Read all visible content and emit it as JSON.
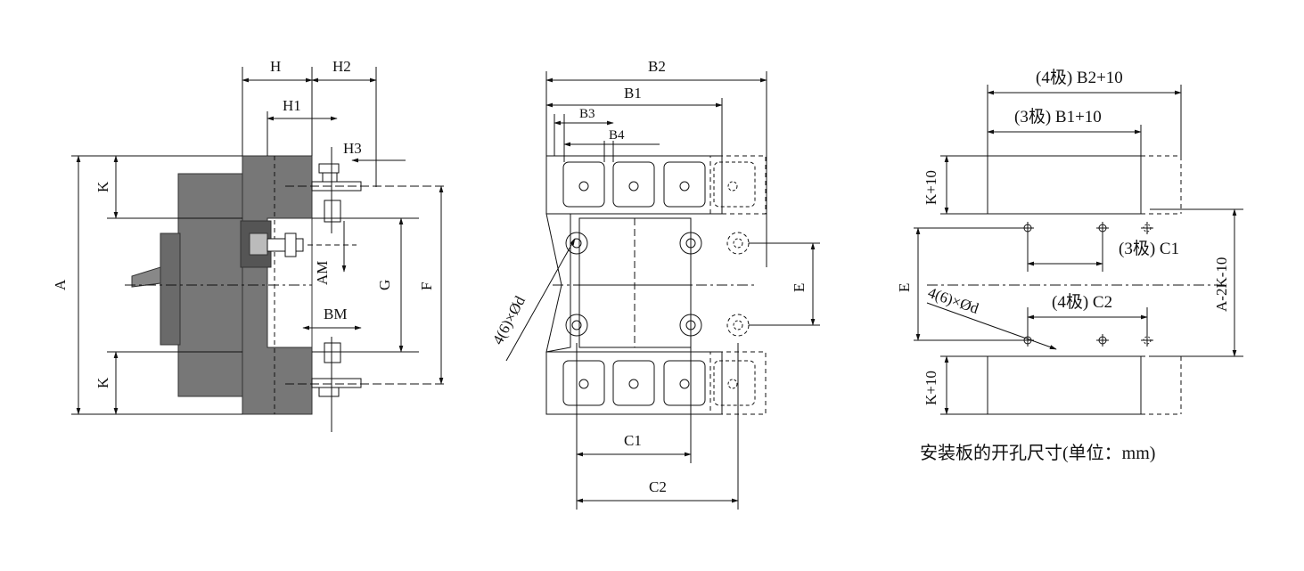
{
  "colors": {
    "line": "#111111",
    "body": "#777777",
    "body_dark": "#555555",
    "paper": "#ffffff"
  },
  "side_view": {
    "dims": {
      "H": "H",
      "H1": "H1",
      "H2": "H2",
      "H3": "H3",
      "K_top": "K",
      "K_bottom": "K",
      "A": "A",
      "AM": "AM",
      "G": "G",
      "F": "F",
      "BM": "BM"
    }
  },
  "front_view": {
    "dims": {
      "B2": "B2",
      "B1": "B1",
      "B3": "B3",
      "B4": "B4",
      "C1": "C1",
      "C2": "C2",
      "E": "E",
      "holes": "4(6)×Ød"
    }
  },
  "cutout_view": {
    "dims": {
      "B2_10": "(4极) B2+10",
      "B1_10": "(3极) B1+10",
      "K10_top": "K+10",
      "K10_bottom": "K+10",
      "E": "E",
      "A_2K_10": "A-2K-10",
      "C1_3pole": "(3极) C1",
      "C2_4pole": "(4极) C2",
      "holes": "4(6)×Ød"
    },
    "caption": "安装板的开孔尺寸(单位：mm)"
  }
}
